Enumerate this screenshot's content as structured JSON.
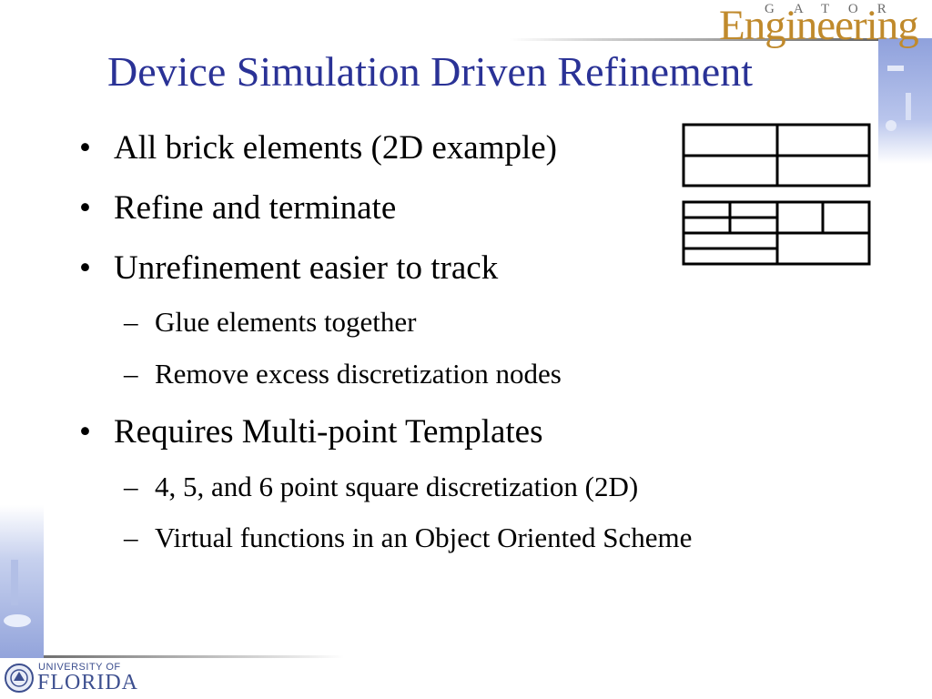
{
  "slide": {
    "title": "Device Simulation Driven Refinement",
    "bullets": [
      {
        "level": 1,
        "text": "All brick elements (2D example)"
      },
      {
        "level": 1,
        "text": "Refine and terminate"
      },
      {
        "level": 1,
        "text": "Unrefinement easier to track"
      },
      {
        "level": 2,
        "text": "Glue elements together"
      },
      {
        "level": 2,
        "text": "Remove excess discretization nodes"
      },
      {
        "level": 1,
        "text": "Requires Multi-point Templates"
      },
      {
        "level": 2,
        "text": "4, 5, and 6 point square discretization (2D)"
      },
      {
        "level": 2,
        "text": "Virtual functions in an Object Oriented Scheme"
      }
    ],
    "bullet_markers": {
      "level1": "•",
      "level2": "–"
    }
  },
  "branding": {
    "gator": "GATOR",
    "engineering": "Engineering",
    "university_of": "UNIVERSITY OF",
    "florida": "FLORIDA",
    "seal_icon": "university-seal-icon"
  },
  "colors": {
    "title": "#2a3296",
    "engineering_gold": "#c08a2c",
    "accent_blue": "#8fa1dc"
  }
}
